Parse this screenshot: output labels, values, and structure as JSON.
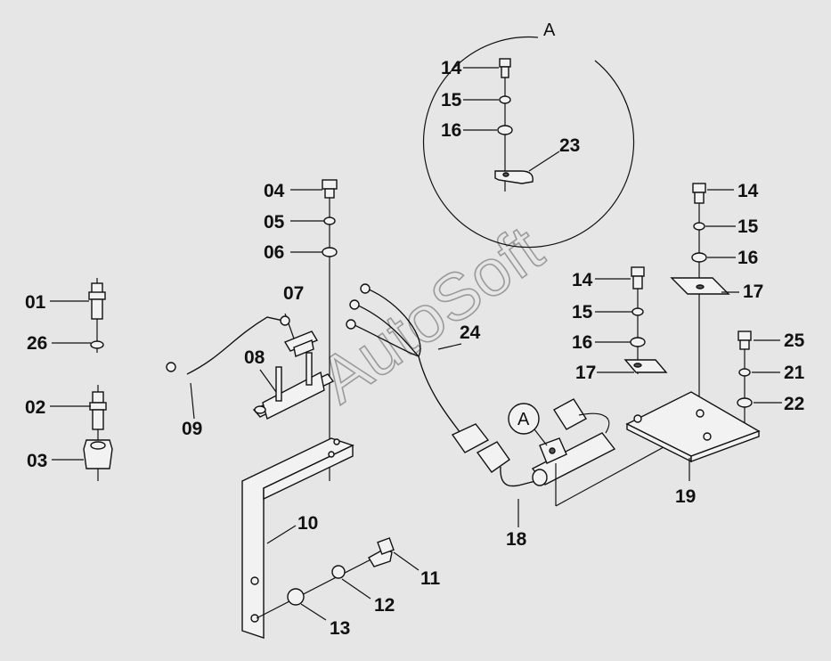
{
  "detail": {
    "label": "A"
  },
  "watermark": {
    "text": "AutoSoft"
  },
  "callouts": {
    "p01": "01",
    "p26": "26",
    "p02": "02",
    "p03": "03",
    "p04": "04",
    "p05": "05",
    "p06": "06",
    "p07": "07",
    "p08": "08",
    "p09": "09",
    "p10": "10",
    "p11": "11",
    "p12": "12",
    "p13": "13",
    "a14": "14",
    "a15": "15",
    "a16": "16",
    "a23": "23",
    "m14": "14",
    "m15": "15",
    "m16": "16",
    "m17": "17",
    "r14": "14",
    "r15": "15",
    "r16": "16",
    "r17": "17",
    "r25": "25",
    "r21": "21",
    "r22": "22",
    "p24": "24",
    "p18": "18",
    "p19": "19"
  },
  "colors": {
    "background": "#e6e6e6",
    "ink": "#111111",
    "watermark": "#9a9a9a"
  }
}
